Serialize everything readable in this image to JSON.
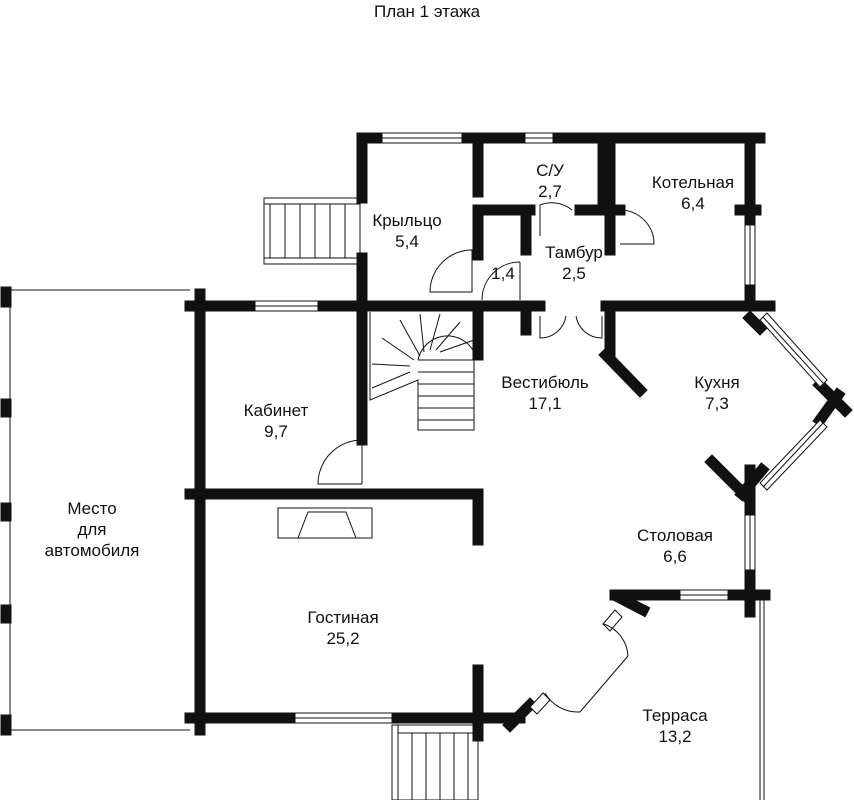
{
  "title": "План 1 этажа",
  "rooms": {
    "krylco": {
      "name": "Крыльцо",
      "area": "5,4"
    },
    "su": {
      "name": "С/У",
      "area": "2,7"
    },
    "kotelnaya": {
      "name": "Котельная",
      "area": "6,4"
    },
    "closet": {
      "area": "1,4"
    },
    "tambur": {
      "name": "Тамбур",
      "area": "2,5"
    },
    "vestibul": {
      "name": "Вестибюль",
      "area": "17,1"
    },
    "kuhnya": {
      "name": "Кухня",
      "area": "7,3"
    },
    "kabinet": {
      "name": "Кабинет",
      "area": "9,7"
    },
    "carport": {
      "line1": "Место",
      "line2": "для",
      "line3": "автомобиля"
    },
    "stolovaya": {
      "name": "Столовая",
      "area": "6,6"
    },
    "gostinaya": {
      "name": "Гостиная",
      "area": "25,2"
    },
    "terrasa": {
      "name": "Терраса",
      "area": "13,2"
    }
  }
}
